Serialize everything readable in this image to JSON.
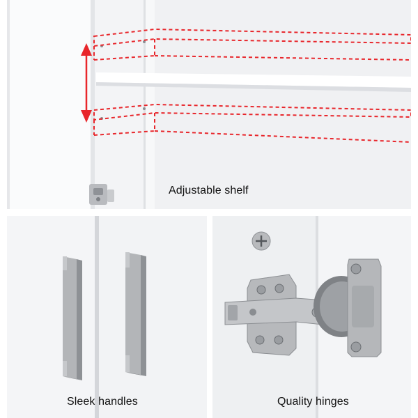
{
  "captions": {
    "shelf": "Adjustable shelf",
    "handles": "Sleek handles",
    "hinges": "Quality hinges"
  },
  "icons": {
    "shelf_arrow": "double-arrow-vertical-icon",
    "screw": "phillips-screw-icon"
  },
  "colors": {
    "accent": "#e8262b",
    "background": "#ffffff",
    "panel_gray": "#f2f3f5",
    "metal": "#a9abae"
  }
}
